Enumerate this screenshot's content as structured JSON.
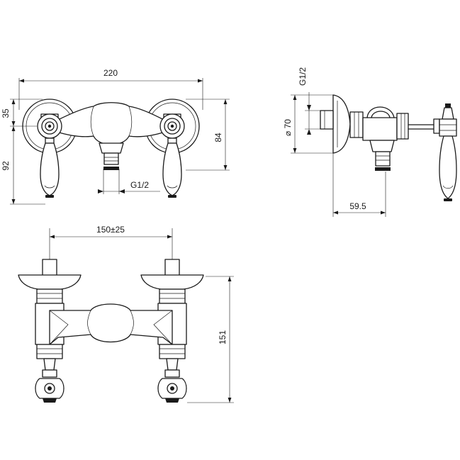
{
  "dimensions": {
    "top_width": "220",
    "top_left_upper": "35",
    "top_left_lower": "92",
    "top_right_height": "84",
    "top_thread": "G1/2",
    "side_thread": "G1/2",
    "side_diameter": "⌀ 70",
    "side_depth": "59.5",
    "bottom_spacing": "150±25",
    "bottom_height": "151"
  }
}
